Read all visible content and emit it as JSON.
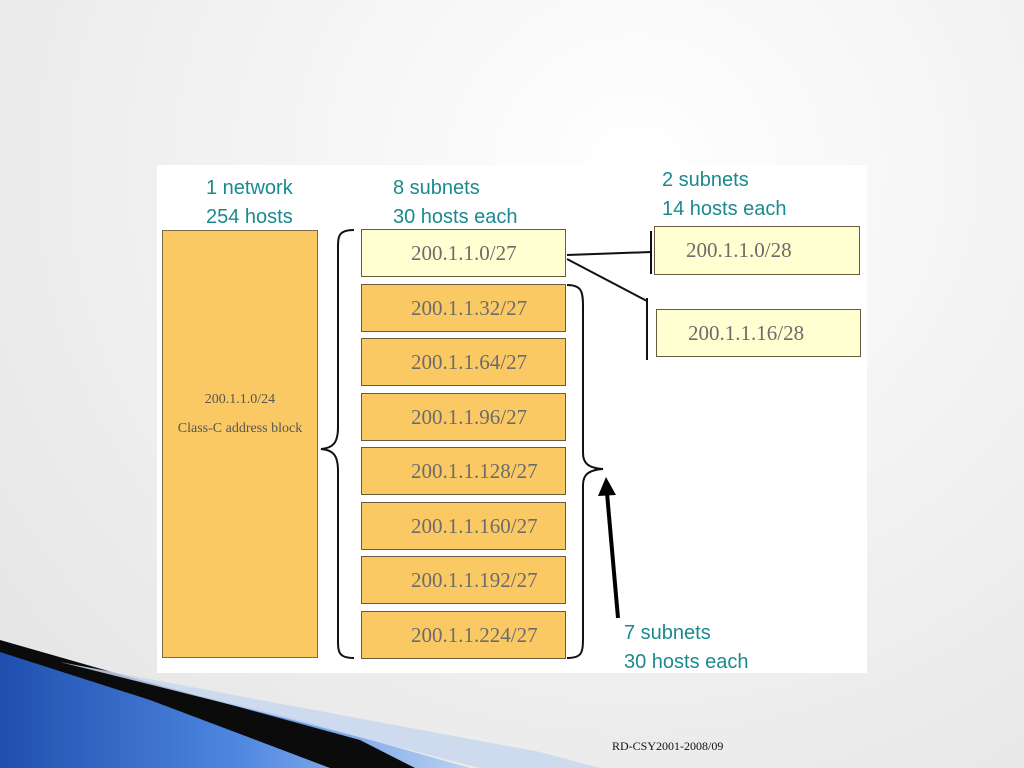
{
  "headers": {
    "network": "1 network\n254 hosts",
    "subnets8": "8 subnets\n30 hosts each",
    "subnets2": "2 subnets\n14 hosts each",
    "subnets7": "7 subnets\n30 hosts each"
  },
  "block": {
    "address": "200.1.1.0/24",
    "description": "Class-C address block"
  },
  "subnets27": [
    "200.1.1.0/27",
    "200.1.1.32/27",
    "200.1.1.64/27",
    "200.1.1.96/27",
    "200.1.1.128/27",
    "200.1.1.160/27",
    "200.1.1.192/27",
    "200.1.1.224/27"
  ],
  "subnets28": [
    "200.1.1.0/28",
    "200.1.1.16/28"
  ],
  "footer": "RD-CSY2001-2008/09",
  "colors": {
    "heading": "#1a8a8f",
    "block_fill": "#fbc964",
    "highlight_fill": "#ffffd2",
    "address_text": "#6c6c6c"
  }
}
